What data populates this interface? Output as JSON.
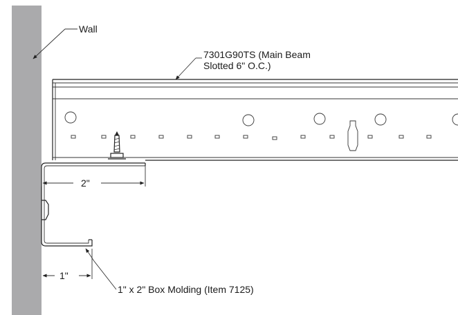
{
  "labels": {
    "wall": "Wall",
    "beam_line1": "7301G90TS (Main Beam",
    "beam_line2": "Slotted 6\" O.C.)",
    "molding": "1\" x 2\" Box Molding (Item 7125)",
    "dim_2in": "2\"",
    "dim_1in": "1\""
  },
  "colors": {
    "wall": "#aaaaac",
    "line": "#222222",
    "background": "#ffffff"
  }
}
